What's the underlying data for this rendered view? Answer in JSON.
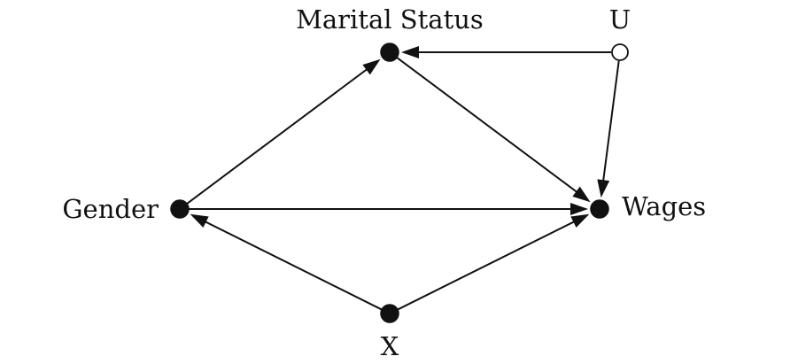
{
  "diagram": {
    "type": "causal-dag",
    "nodes": [
      {
        "id": "marital",
        "label": "Marital Status",
        "observed": true
      },
      {
        "id": "u",
        "label": "U",
        "observed": false
      },
      {
        "id": "gender",
        "label": "Gender",
        "observed": true
      },
      {
        "id": "wages",
        "label": "Wages",
        "observed": true
      },
      {
        "id": "x",
        "label": "X",
        "observed": true
      }
    ],
    "edges": [
      {
        "from": "gender",
        "to": "marital"
      },
      {
        "from": "marital",
        "to": "wages"
      },
      {
        "from": "u",
        "to": "marital"
      },
      {
        "from": "u",
        "to": "wages"
      },
      {
        "from": "gender",
        "to": "wages"
      },
      {
        "from": "x",
        "to": "gender"
      },
      {
        "from": "x",
        "to": "wages"
      }
    ],
    "colors": {
      "ink": "#111111",
      "background": "#ffffff"
    }
  }
}
